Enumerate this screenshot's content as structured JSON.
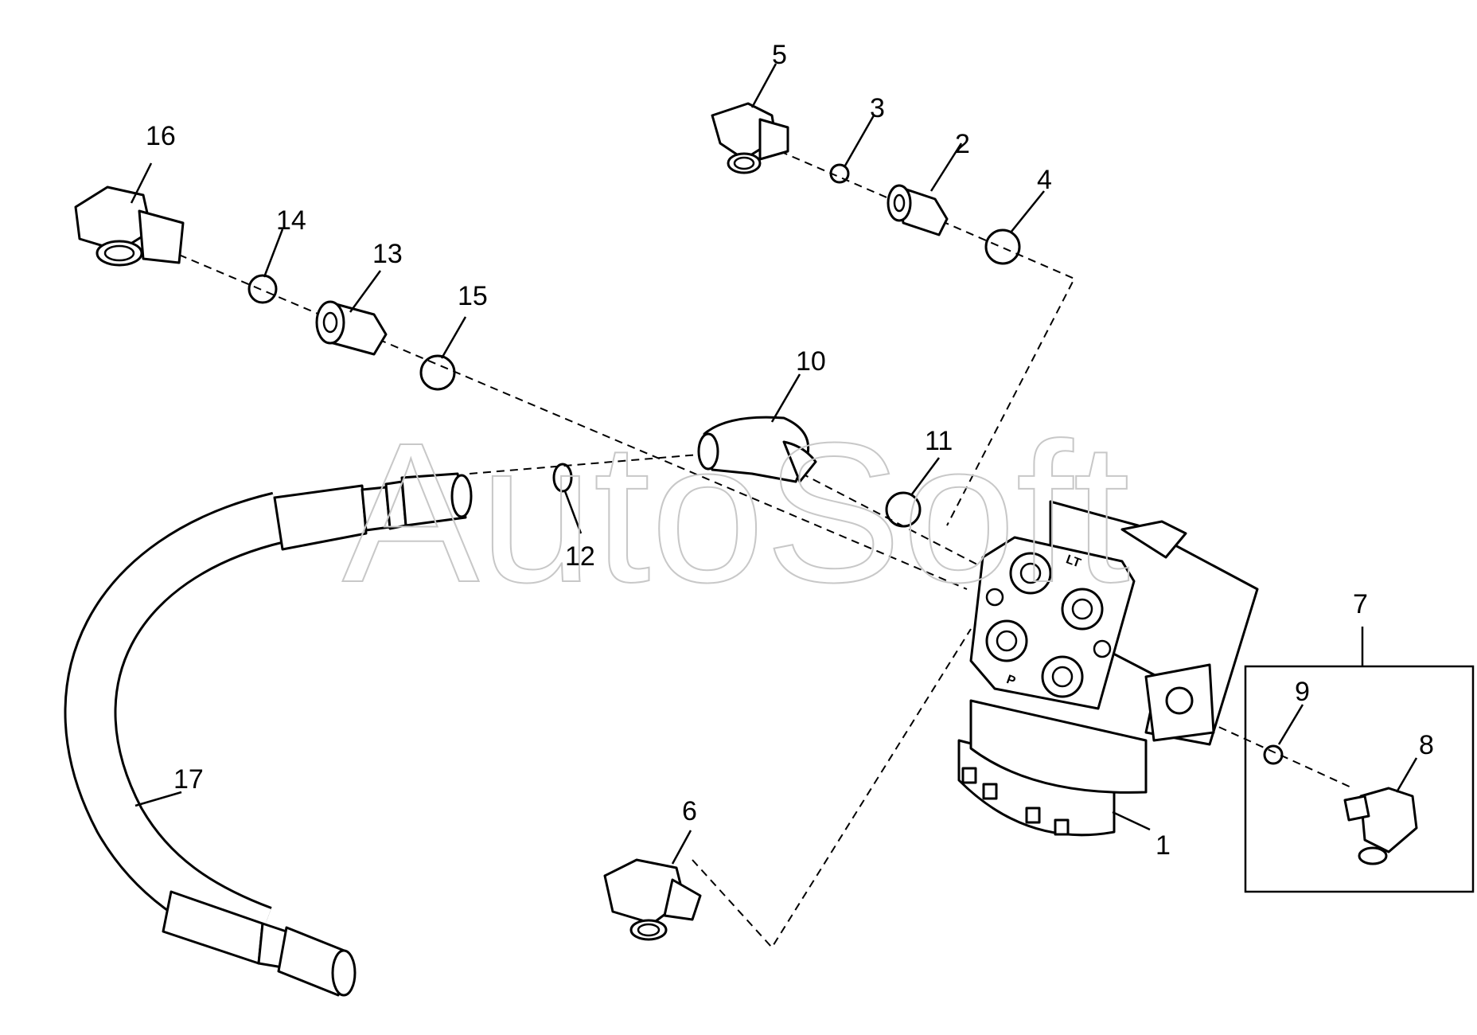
{
  "watermark": "AutoSoft",
  "callouts": {
    "c1": "1",
    "c2": "2",
    "c3": "3",
    "c4": "4",
    "c5": "5",
    "c6": "6",
    "c7": "7",
    "c8": "8",
    "c9": "9",
    "c10": "10",
    "c11": "11",
    "c12": "12",
    "c13": "13",
    "c14": "14",
    "c15": "15",
    "c16": "16",
    "c17": "17"
  },
  "port_labels": {
    "lt": "LT",
    "p": "P"
  }
}
